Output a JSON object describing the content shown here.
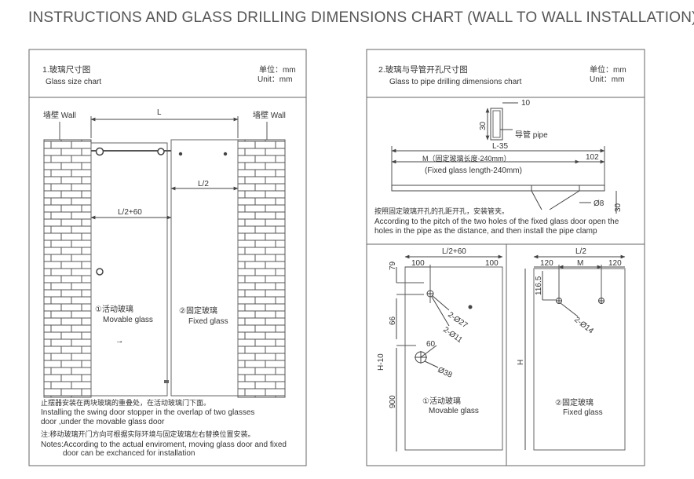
{
  "title": "INSTRUCTIONS AND GLASS DRILLING DIMENSIONS CHART (WALL TO WALL INSTALLATION)",
  "panel1": {
    "heading_cn": "1.玻璃尺寸图",
    "heading_en": "Glass size chart",
    "unit_cn": "单位：mm",
    "unit_en": "Unit：mm",
    "wall_left": "墙壁 Wall",
    "wall_right": "墙壁 Wall",
    "dim_L": "L",
    "dim_L2": "L/2",
    "dim_L2_60": "L/2+60",
    "movable_cn": "①活动玻璃",
    "movable_en": "Movable glass",
    "fixed_cn": "②固定玻璃",
    "fixed_en": "Fixed glass",
    "arrow": "→",
    "note1_cn": "止摆器安装在两块玻璃的重叠处，在活动玻璃门下面。",
    "note1_en1": "Installing the swing door stopper in the overlap of two glasses",
    "note1_en2": "door ,under the movable glass door",
    "note2_cn": "注:移动玻璃开门方向可根据实际环境与固定玻璃左右替换位置安装。",
    "note2_en1": "Notes:According to the actual enviroment, moving glass door and fixed",
    "note2_en2": "door can be exchanced for installation"
  },
  "panel2": {
    "heading_cn": "2.玻璃与导管开孔尺寸图",
    "heading_en": "Glass to pipe drilling dimensions chart",
    "unit_cn": "单位：mm",
    "unit_en": "Unit：mm",
    "dim_10": "10",
    "dim_30": "30",
    "pipe_label": "导管 pipe",
    "dim_L35": "L-35",
    "m_cn": "M（固定玻璃长度-240mm）",
    "m_en": "(Fixed glass length-240mm)",
    "dim_102": "102",
    "dim_d8": "Ø8",
    "dim_30b": "30",
    "note_cn": "按照固定玻璃开孔的孔距开孔，安装管夹。",
    "note_en1": "According to the pitch of the two holes of the fixed glass door open the",
    "note_en2": "holes in the pipe as the distance, and then install the pipe clamp"
  },
  "panel3": {
    "dim_L2_60": "L/2+60",
    "dim_100a": "100",
    "dim_100b": "100",
    "dim_79": "79",
    "dim_66": "66",
    "dim_H10": "H-10",
    "dim_900": "900",
    "dim_60": "60",
    "hole_27": "2-Ø27",
    "hole_11": "2-Ø11",
    "hole_38": "Ø38",
    "movable_cn": "①活动玻璃",
    "movable_en": "Movable glass",
    "dim_L2": "L/2",
    "dim_120a": "120",
    "dim_M": "M",
    "dim_120b": "120",
    "dim_1165": "116.5",
    "dim_H": "H",
    "hole_14": "2-Ø14",
    "fixed_cn": "②固定玻璃",
    "fixed_en": "Fixed glass"
  }
}
